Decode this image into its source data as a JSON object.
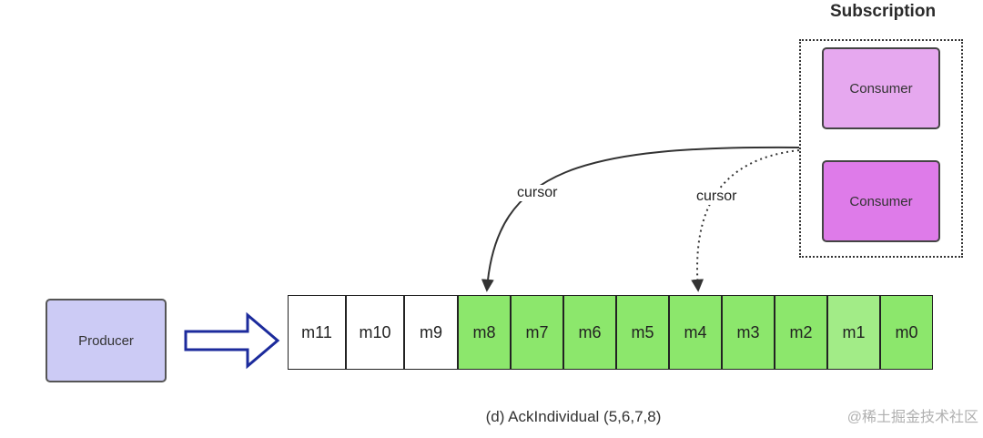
{
  "subscription": {
    "title": "Subscription",
    "consumers": [
      {
        "label": "Consumer",
        "color": "#e6a8ef"
      },
      {
        "label": "Consumer",
        "color": "#de7be9"
      }
    ]
  },
  "producer": {
    "label": "Producer",
    "color": "#cccbf5"
  },
  "queue": {
    "colors": {
      "pending": "#ffffff",
      "acked": "#8ce76c",
      "acked_light": "#a2ec87"
    },
    "messages": [
      {
        "label": "m11",
        "state": "pending"
      },
      {
        "label": "m10",
        "state": "pending"
      },
      {
        "label": "m9",
        "state": "pending"
      },
      {
        "label": "m8",
        "state": "acked"
      },
      {
        "label": "m7",
        "state": "acked"
      },
      {
        "label": "m6",
        "state": "acked"
      },
      {
        "label": "m5",
        "state": "acked"
      },
      {
        "label": "m4",
        "state": "acked"
      },
      {
        "label": "m3",
        "state": "acked"
      },
      {
        "label": "m2",
        "state": "acked"
      },
      {
        "label": "m1",
        "state": "acked_light"
      },
      {
        "label": "m0",
        "state": "acked"
      }
    ]
  },
  "cursors": [
    {
      "label": "cursor",
      "line_style": "solid",
      "target": "m8"
    },
    {
      "label": "cursor",
      "line_style": "dotted",
      "target": "m4"
    }
  ],
  "caption": "(d) AckIndividual (5,6,7,8)",
  "watermark": "@稀土掘金技术社区",
  "colors": {
    "producer_arrow": "#1c2b9c",
    "stroke": "#333333"
  }
}
